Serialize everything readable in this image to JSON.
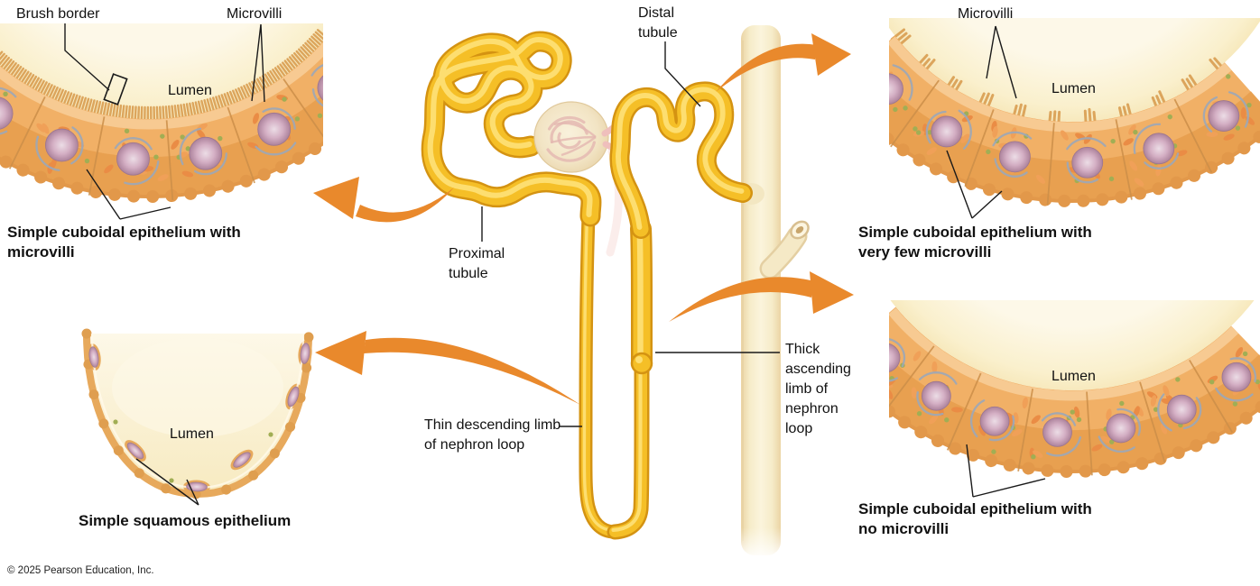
{
  "palette": {
    "arrow_orange": "#E9892C",
    "tubule_gold": "#F5BF27",
    "tubule_gold_dark": "#D49312",
    "tubule_highlight": "#FFE683",
    "duct_cream": "#F6ECC9",
    "duct_edge": "#EBD4A4",
    "lumen_cream": "#FAF0CD",
    "cell_tan": "#F1B066",
    "cell_tan_dark": "#E79E4E",
    "basal_bump": "#E2984A",
    "microvilli_tan": "#DCA55C",
    "nucleus_mauve": "#C49BB0",
    "mitochondria_orange": "#EA8C45",
    "er_gray": "#9BA7B8",
    "granule_green": "#A1AE54",
    "glomerulus_beige": "#F2E4C4",
    "vessel_pink": "#EFBFBC",
    "leader_black": "#1A1A1A"
  },
  "insets": {
    "top_left": {
      "labels": {
        "brush_border": "Brush border",
        "microvilli": "Microvilli"
      },
      "lumen_label": "Lumen",
      "caption": "Simple cuboidal epithelium with microvilli"
    },
    "top_right": {
      "labels": {
        "microvilli": "Microvilli"
      },
      "lumen_label": "Lumen",
      "caption": "Simple cuboidal epithelium with very few microvilli"
    },
    "bottom_left": {
      "lumen_label": "Lumen",
      "caption": "Simple squamous epithelium"
    },
    "bottom_right": {
      "lumen_label": "Lumen",
      "caption": "Simple cuboidal epithelium with no microvilli"
    }
  },
  "nephron": {
    "labels": {
      "distal_tubule": "Distal tubule",
      "proximal_tubule": "Proximal tubule",
      "thin_descending_limb": "Thin descending limb of nephron loop",
      "thick_ascending_limb": "Thick ascending limb of nephron loop"
    }
  },
  "footer": {
    "copyright": "© 2025 Pearson Education, Inc."
  }
}
